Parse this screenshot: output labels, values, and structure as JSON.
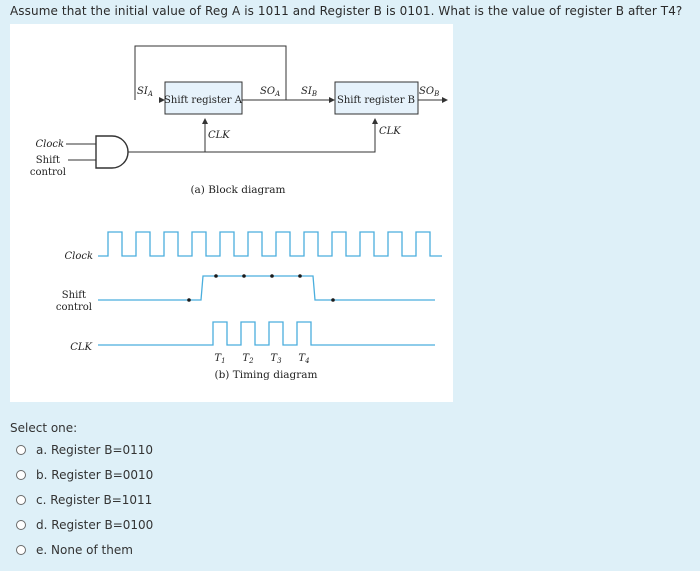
{
  "question": "Assume that the initial value of Reg A is 1011 and Register B is 0101. What is the value of register B after T4?",
  "block_diagram": {
    "caption": "(a) Block diagram",
    "reg_a_label": "Shift register A",
    "reg_b_label": "Shift register B",
    "si_a": "SI",
    "si_a_sub": "A",
    "so_a": "SO",
    "so_a_sub": "A",
    "si_b": "SI",
    "si_b_sub": "B",
    "so_b": "SO",
    "so_b_sub": "B",
    "clk_a": "CLK",
    "clk_b": "CLK",
    "clock_input": "Clock",
    "shift_input_1": "Shift",
    "shift_input_2": "control"
  },
  "timing_diagram": {
    "caption": "(b) Timing diagram",
    "clock_label": "Clock",
    "shift_label_1": "Shift",
    "shift_label_2": "control",
    "clk_label": "CLK",
    "pulses": [
      "T",
      "T",
      "T",
      "T"
    ],
    "pulse_subs": [
      "1",
      "2",
      "3",
      "4"
    ]
  },
  "select_prompt": "Select one:",
  "options": [
    {
      "letter": "a.",
      "text": "Register B=0110"
    },
    {
      "letter": "b.",
      "text": "Register B=0010"
    },
    {
      "letter": "c.",
      "text": "Register B=1011"
    },
    {
      "letter": "d.",
      "text": "Register B=0100"
    },
    {
      "letter": "e.",
      "text": "None of them"
    }
  ],
  "colors": {
    "background": "#def0f8",
    "waveform": "#4aaedd",
    "diagram_fill": "#e6f2fb"
  }
}
